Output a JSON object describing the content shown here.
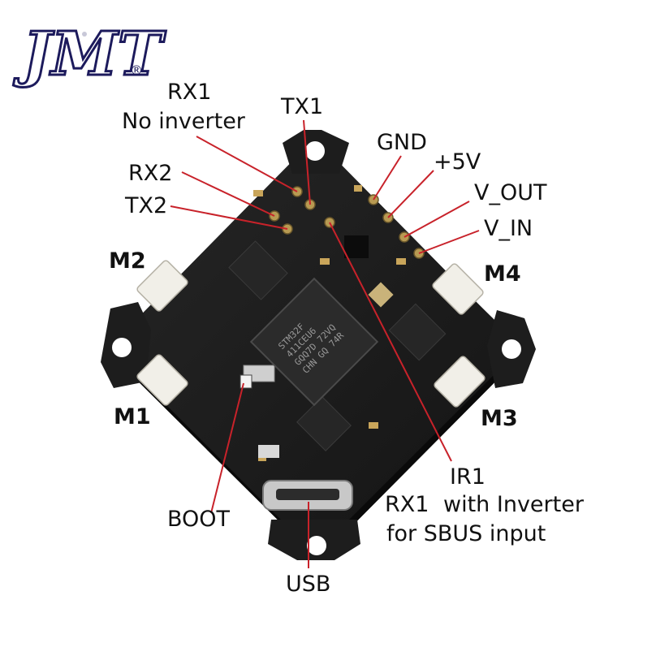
{
  "brand": {
    "logo_text": "JMT",
    "registered_mark": "®",
    "colors": {
      "outline": "#1c1a5c",
      "fill": "#ffffff"
    }
  },
  "board": {
    "colors": {
      "pcb": "#1d1d1d",
      "pcb_edge": "#0e0e0e",
      "pad": "#b89a52",
      "connector": "#f1efe8",
      "leader": "#c8222a",
      "chip": "#2a2a2a"
    },
    "chip_text": [
      "STM32F",
      "411CEU6",
      "GQQ7D 72VQ",
      "CHN GQ 74R"
    ]
  },
  "labels": {
    "rx1_line1": "RX1",
    "rx1_line2": "No inverter",
    "tx1": "TX1",
    "gnd": "GND",
    "plus5v": "+5V",
    "rx2": "RX2",
    "tx2": "TX2",
    "v_out": "V_OUT",
    "v_in": "V_IN",
    "m1": "M1",
    "m2": "M2",
    "m3": "M3",
    "m4": "M4",
    "ir1": "IR1",
    "rx1_inv_prefix": "RX1",
    "rx1_inv_line1": "with Inverter",
    "rx1_inv_line2": "for SBUS input",
    "boot": "BOOT",
    "usb": "USB"
  }
}
